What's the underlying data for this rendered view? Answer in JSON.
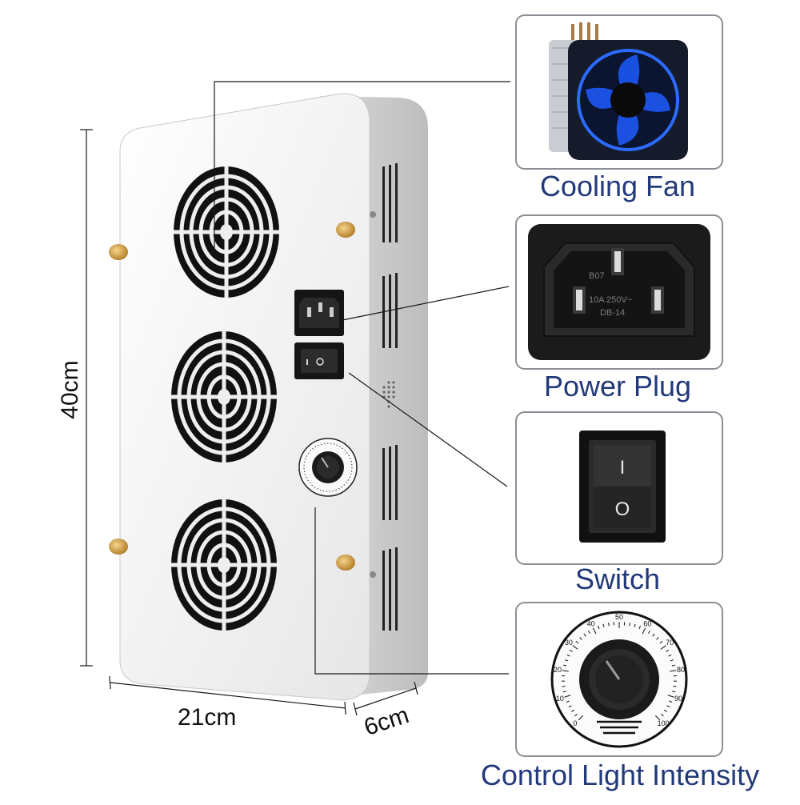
{
  "dimensions": {
    "height": "40cm",
    "width": "21cm",
    "depth": "6cm"
  },
  "callouts": [
    {
      "label": "Cooling Fan",
      "icon": "cooling-fan-icon"
    },
    {
      "label": "Power Plug",
      "icon": "power-plug-icon"
    },
    {
      "label": "Switch",
      "icon": "rocker-switch-icon"
    },
    {
      "label": "Control Light Intensity",
      "icon": "dimmer-knob-icon"
    }
  ],
  "plug_markings": {
    "line1": "B07",
    "line2": "10A 250V~",
    "line3": "DB-14"
  },
  "switch_marks": {
    "on": "I",
    "off": "O"
  },
  "dial_scale": [
    "0",
    "10",
    "20",
    "30",
    "40",
    "50",
    "60",
    "70",
    "80",
    "90",
    "100"
  ],
  "colors": {
    "label_text": "#22397a",
    "fan_blue": "#1e5bff",
    "panel_white": "#f4f4f4"
  }
}
